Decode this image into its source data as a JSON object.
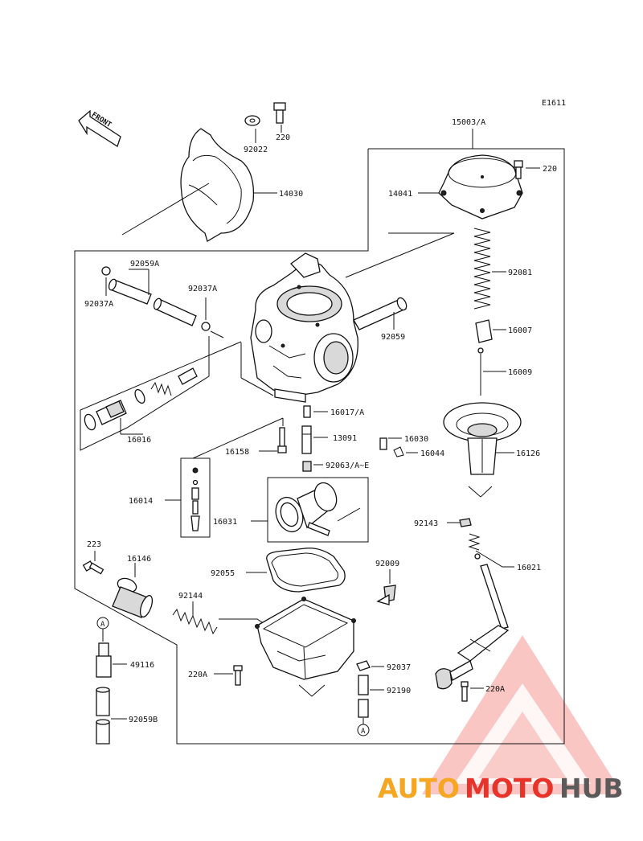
{
  "diagram": {
    "code": "E1611",
    "front_label": "FRONT",
    "parts": {
      "p15003": "15003/A",
      "p220_top": "220",
      "p92022": "92022",
      "p220_cap": "220",
      "p14030": "14030",
      "p14041": "14041",
      "p92059A": "92059A",
      "p92037A_r": "92037A",
      "p92037A_l": "92037A",
      "p92081": "92081",
      "p92059": "92059",
      "p16007": "16007",
      "p16009": "16009",
      "p16016": "16016",
      "p16017": "16017/A",
      "p16158": "16158",
      "p13091": "13091",
      "p16030": "16030",
      "p16044": "16044",
      "p16126": "16126",
      "p92063": "92063/A~E",
      "p16014": "16014",
      "p16031": "16031",
      "p92143": "92143",
      "p223": "223",
      "p16146": "16146",
      "p92055": "92055",
      "p92009": "92009",
      "p16021": "16021",
      "p92144": "92144",
      "p49116": "49116",
      "p220A_l": "220A",
      "p92037": "92037",
      "p92190": "92190",
      "p220A_r": "220A",
      "p92059B": "92059B",
      "ref_a_top": "A",
      "ref_a_bottom": "A"
    }
  },
  "watermark": {
    "part1": "AUTO",
    "part2": "MOTO",
    "part3": "HUB",
    "color_orange": "#f5a623",
    "color_red": "#e8332a",
    "color_grey": "#5a5a5a"
  }
}
